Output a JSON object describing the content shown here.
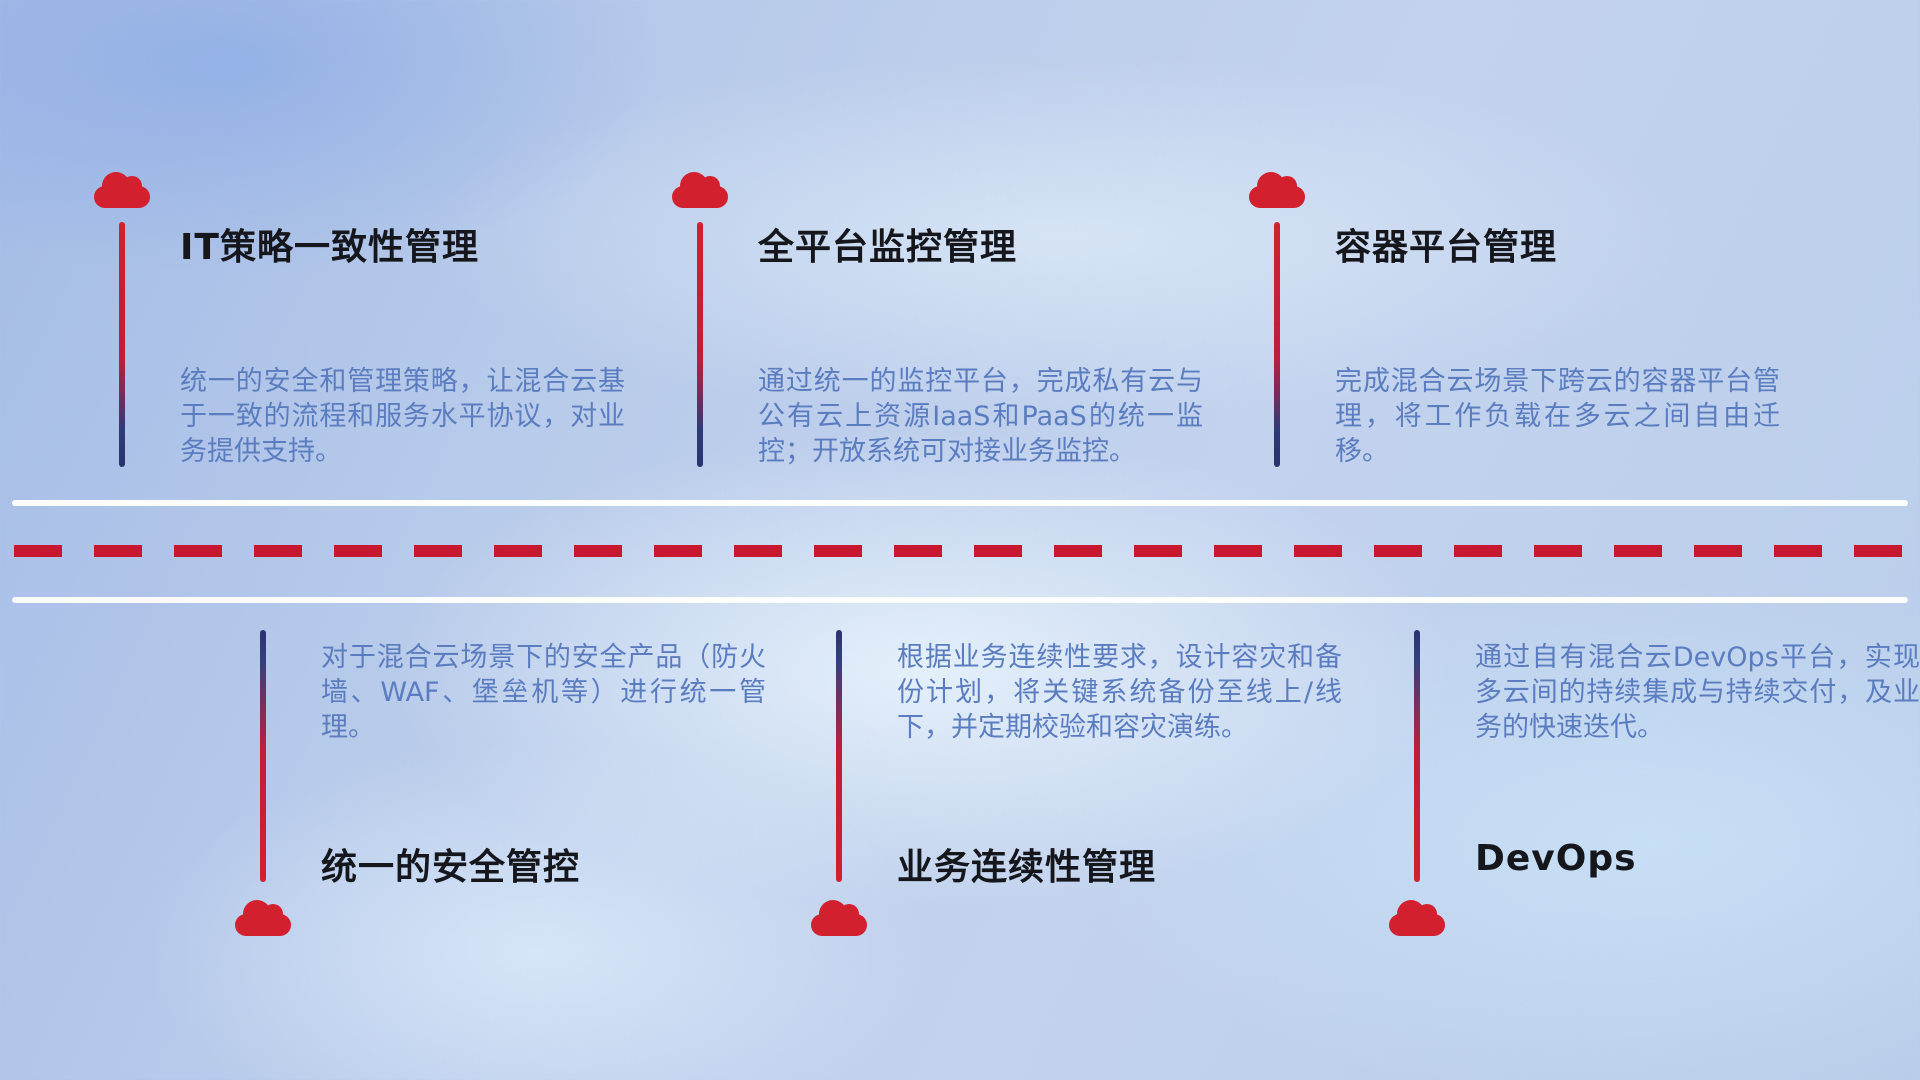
{
  "colors": {
    "cloud_red": "#d2202e",
    "dash_red": "#c81730",
    "line_navy": "#2a336e",
    "title_text": "#15171c",
    "desc_text": "#5b7dc0",
    "divider_white": "#ffffff"
  },
  "top_items": [
    {
      "title": "IT策略一致性管理",
      "desc": "统一的安全和管理策略，让混合云基于一致的流程和服务水平协议，对业务提供支持。"
    },
    {
      "title": "全平台监控管理",
      "desc": "通过统一的监控平台，完成私有云与公有云上资源IaaS和PaaS的统一监控；开放系统可对接业务监控。"
    },
    {
      "title": "容器平台管理",
      "desc": "完成混合云场景下跨云的容器平台管理，将工作负载在多云之间自由迁移。"
    }
  ],
  "bottom_items": [
    {
      "title": "统一的安全管控",
      "desc": "对于混合云场景下的安全产品（防火墙、WAF、堡垒机等）进行统一管理。"
    },
    {
      "title": "业务连续性管理",
      "desc": "根据业务连续性要求，设计容灾和备份计划，将关键系统备份至线上/线下，并定期校验和容灾演练。"
    },
    {
      "title": "DevOps",
      "desc": "通过自有混合云DevOps平台，实现多云间的持续集成与持续交付，及业务的快速迭代。"
    }
  ]
}
